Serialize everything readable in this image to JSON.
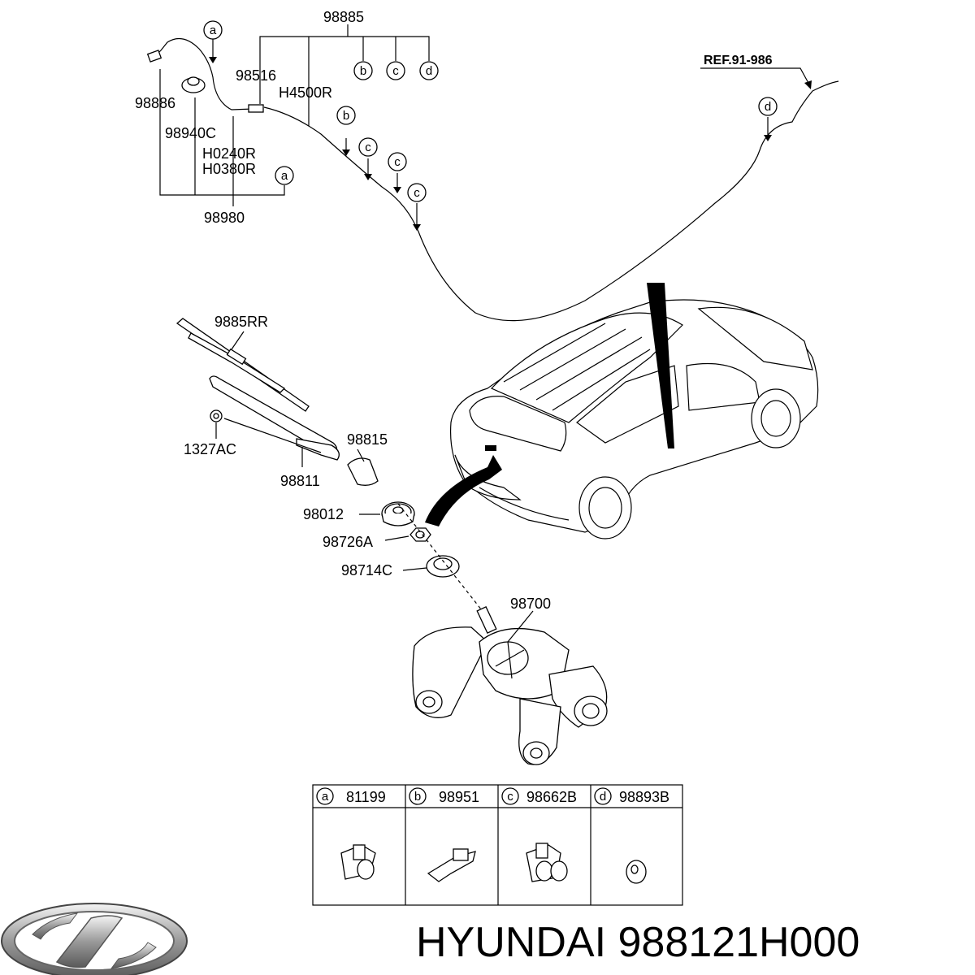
{
  "parts": {
    "p98885": "98885",
    "p98516": "98516",
    "pH4500R": "H4500R",
    "p98886": "98886",
    "p98940C": "98940C",
    "pH0240R": "H0240R",
    "pH0380R": "H0380R",
    "p98980": "98980",
    "ref": "REF.91-986",
    "p9885RR": "9885RR",
    "p98815": "98815",
    "p1327AC": "1327AC",
    "p98811": "98811",
    "p98012": "98012",
    "p98726A": "98726A",
    "p98714C": "98714C",
    "p98700": "98700"
  },
  "callouts": {
    "a": "a",
    "b": "b",
    "c": "c",
    "d": "d"
  },
  "legend": [
    {
      "letter": "a",
      "part": "81199"
    },
    {
      "letter": "b",
      "part": "98951"
    },
    {
      "letter": "c",
      "part": "98662B"
    },
    {
      "letter": "d",
      "part": "98893B"
    }
  ],
  "footer": {
    "brand": "HYUNDAI 988121H000"
  }
}
